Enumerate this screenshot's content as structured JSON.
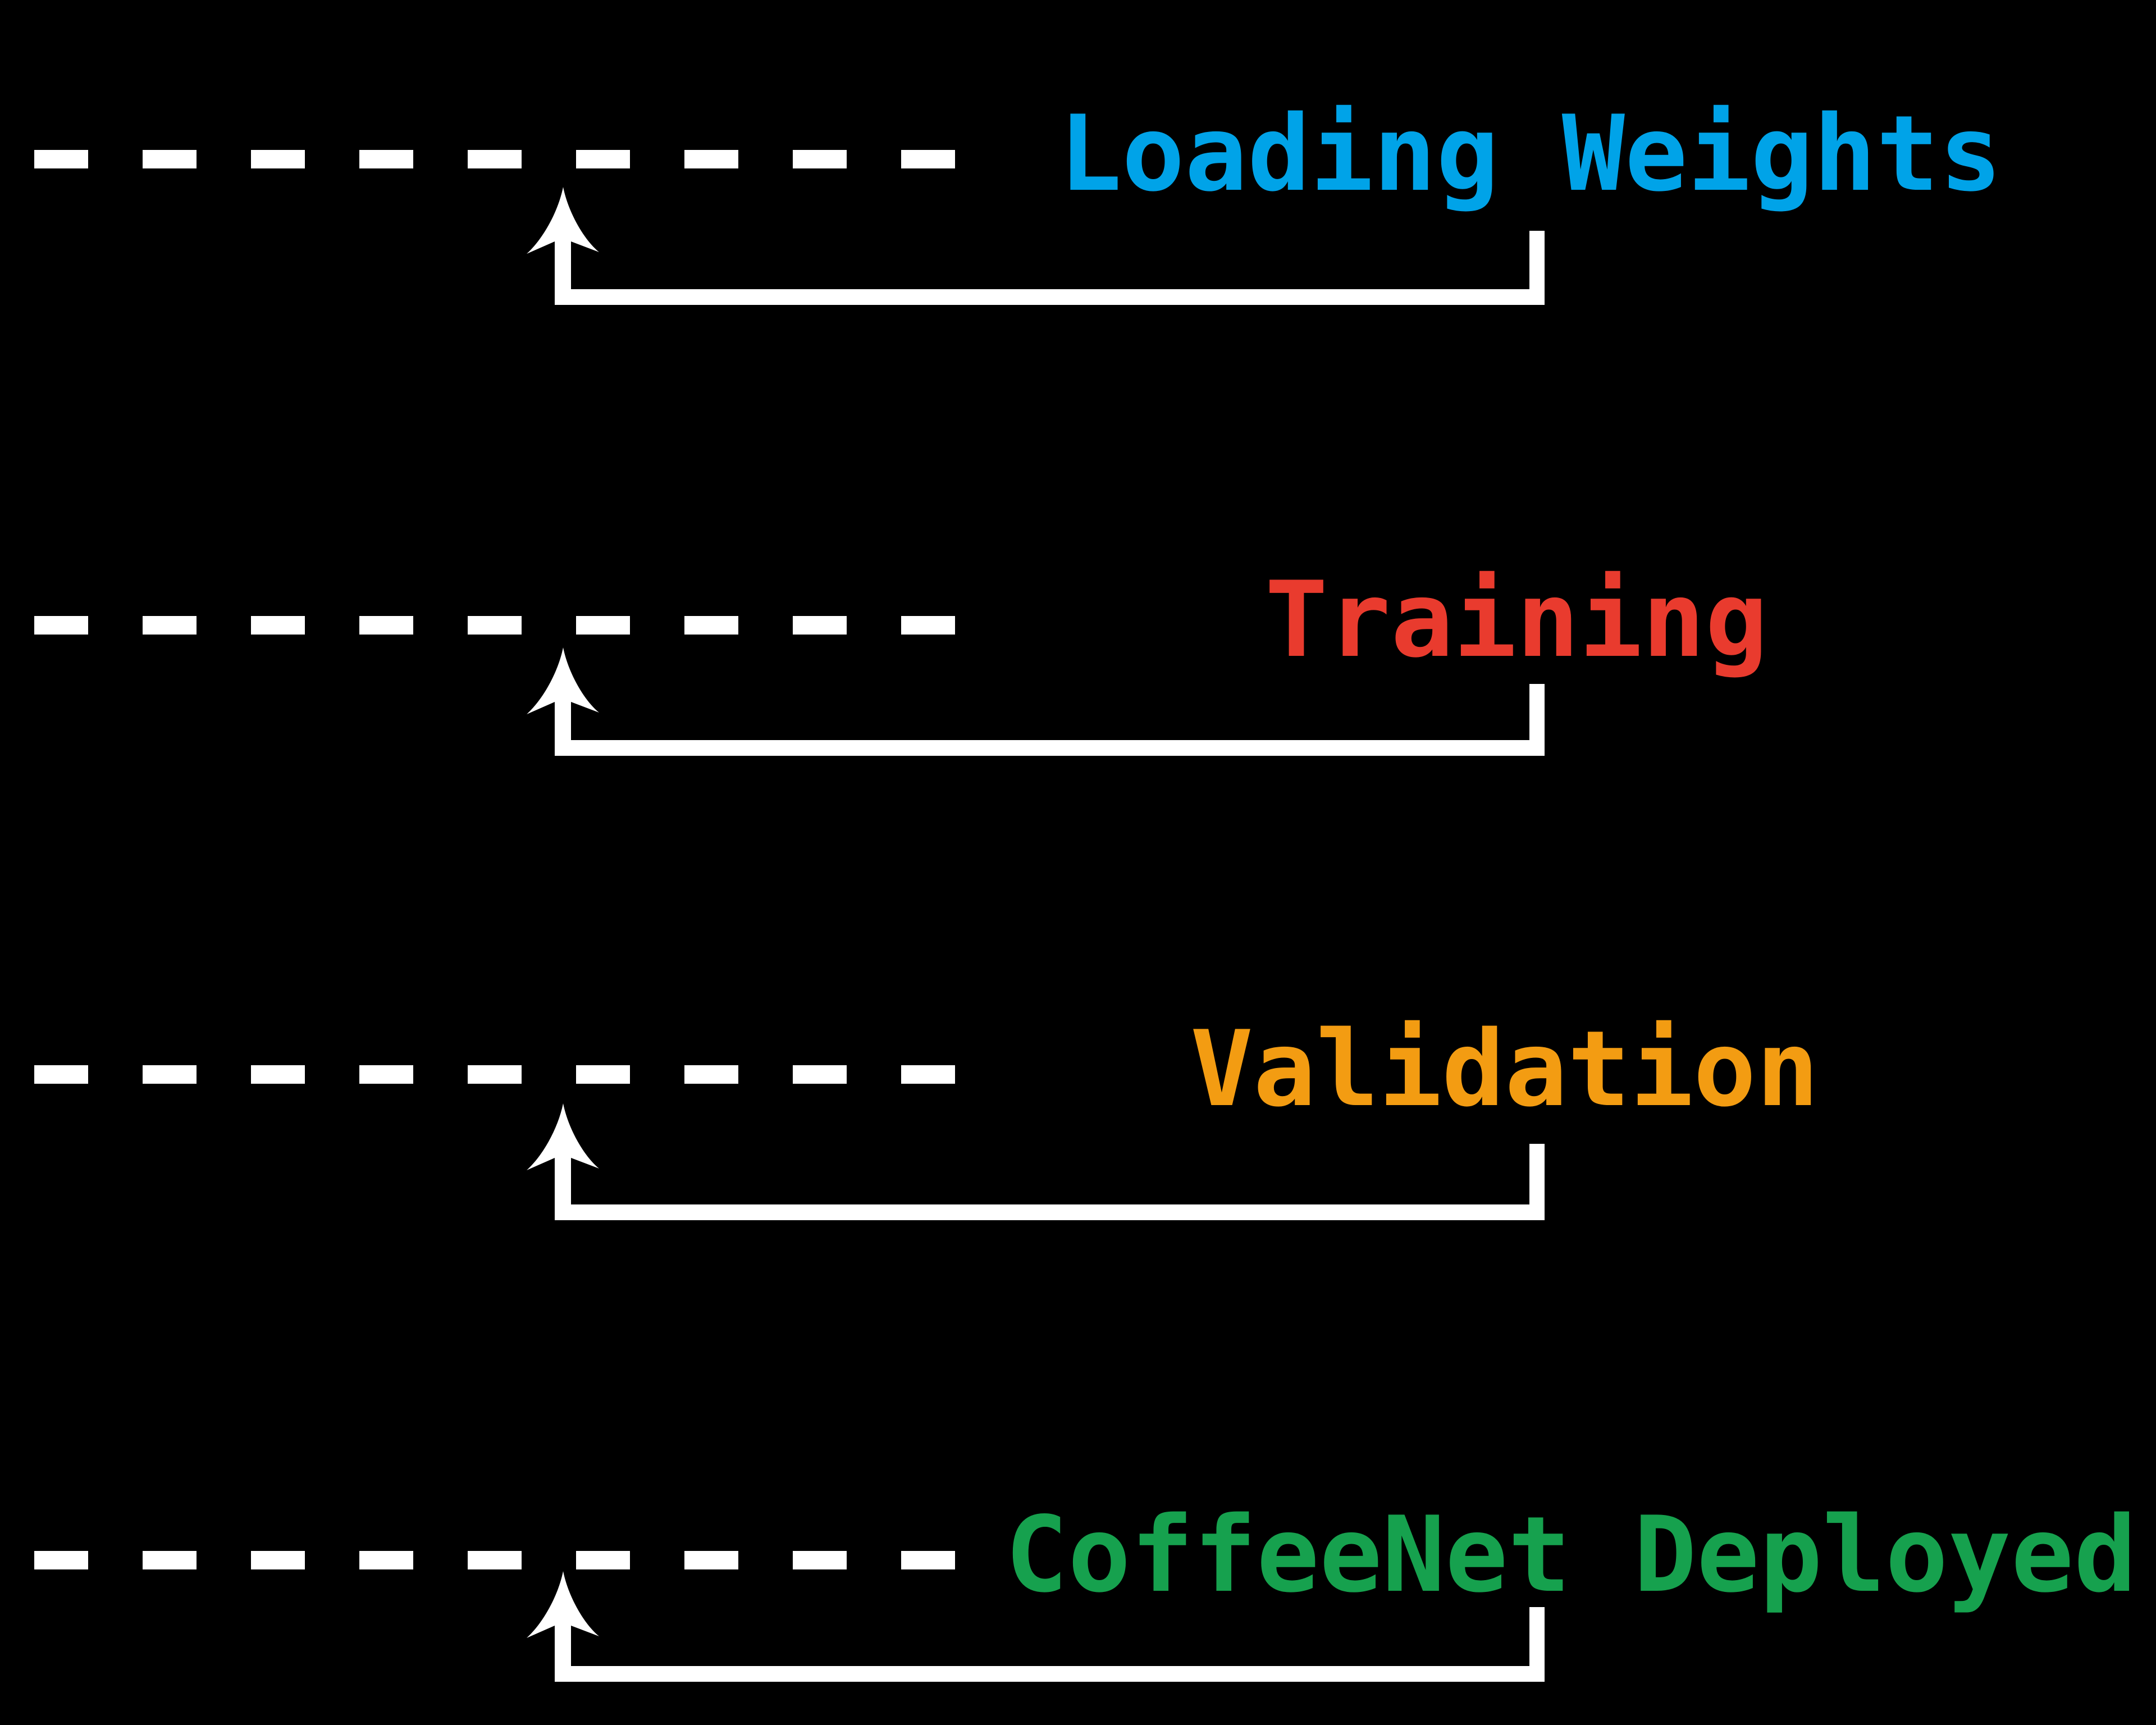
{
  "figure": {
    "type": "stage-annotation-diagram",
    "theme": {
      "background": "#000000",
      "line": "#FFFFFF"
    },
    "stages": [
      {
        "label": "Loading Weights",
        "color": "#00A3E8"
      },
      {
        "label": "Training",
        "color": "#E93B2E"
      },
      {
        "label": "Validation",
        "color": "#F39C12"
      },
      {
        "label": "CoffeeNet Deployed",
        "color": "#16A14E"
      }
    ]
  }
}
